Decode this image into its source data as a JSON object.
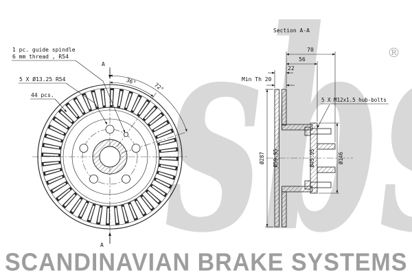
{
  "colors": {
    "ink": "#1a1a1a",
    "watermark_gray": "#d8d8d8",
    "footer_gray": "#9d9d9d",
    "paper": "#ffffff"
  },
  "watermark": {
    "text": "sbs",
    "registered": "®"
  },
  "front_view": {
    "note_spindle_1": "1 pc. guide spindle",
    "note_spindle_2": "6 mm thread , R54",
    "note_holes": "5 X Ø13.25 R54",
    "note_vents": "44 pcs.",
    "angle_inner": "36°",
    "angle_outer": "72°",
    "marker_top": "A",
    "marker_bottom": "A"
  },
  "section_view": {
    "title": "Section A-A",
    "dim_width_total": "70",
    "dim_width_inner": "56",
    "dim_offset": "22",
    "dim_min_thickness": "Min Th 20",
    "note_bolts": "5 X M12x1.5 hub-bolts",
    "dia_outer": "Ø287",
    "dia_center_bore": "Ø59.95",
    "dia_bearing": "Ø45.95",
    "dia_flange": "Ø146"
  },
  "footer": {
    "text": "SCANDINAVIAN BRAKE SYSTEMS"
  }
}
